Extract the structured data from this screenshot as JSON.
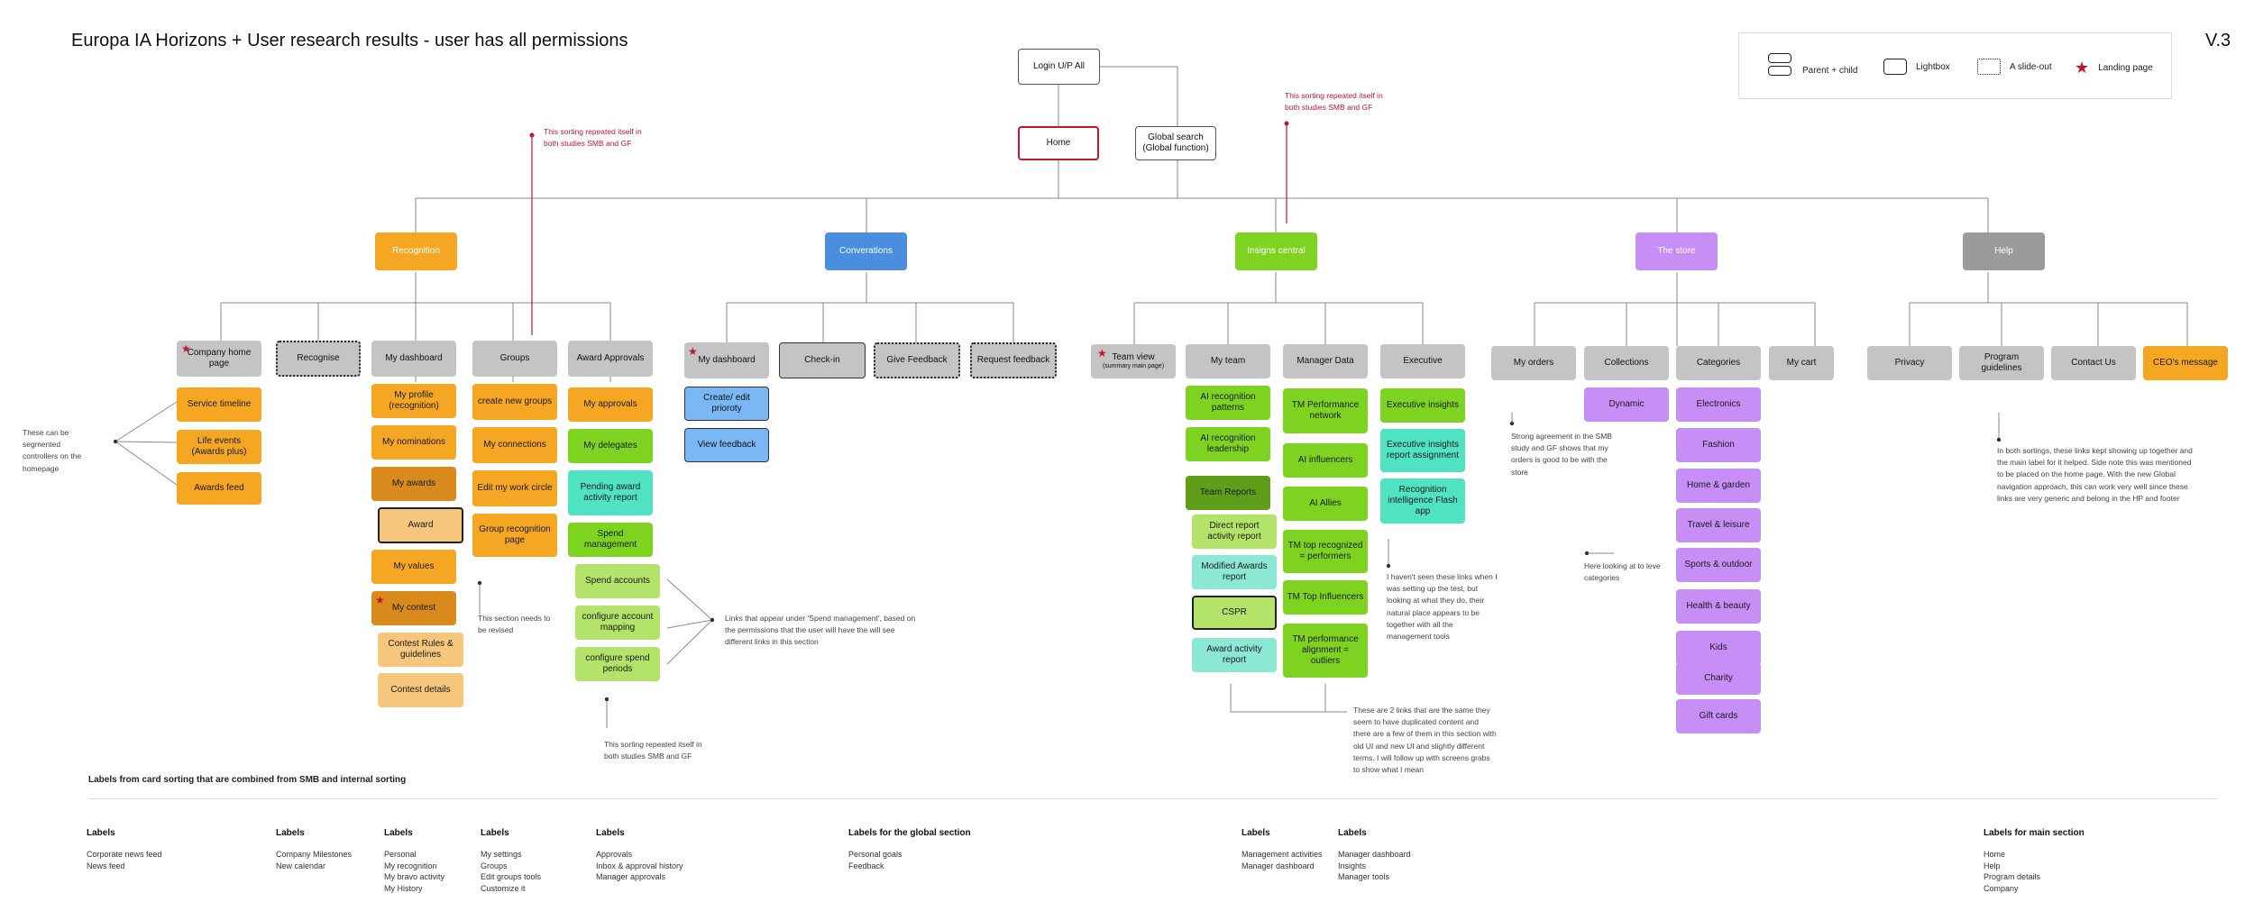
{
  "header": {
    "title": "Europa IA Horizons + User research results - user has all permissions",
    "version": "V.3"
  },
  "legend": {
    "parent_child": "Parent + child",
    "lightbox": "Lightbox",
    "slideout": "A slide-out",
    "landing": "Landing page"
  },
  "top": {
    "login": "Login U/P All",
    "home": "Home",
    "global_search": "Global search (Global function)"
  },
  "sections": {
    "recognition": "Recognition",
    "conversations": "Converations",
    "insights": "Insigns central",
    "store": "The store",
    "help": "Help"
  },
  "recognition": {
    "company_home": "Company home page",
    "recognise": "Recognise",
    "my_dashboard": "My dashboard",
    "groups": "Groups",
    "award_approvals": "Award Approvals",
    "service_timeline": "Service timeline",
    "life_events": "Life events (Awards plus)",
    "awards_feed": "Awards feed",
    "my_profile": "My profile (recognition)",
    "my_nominations": "My nominations",
    "my_awards": "My awards",
    "award": "Award",
    "my_values": "My values",
    "my_contest": "My contest",
    "contest_rules": "Contest Rules & guidelines",
    "contest_details": "Contest details",
    "create_groups": "create new groups",
    "my_connections": "My connections",
    "edit_circle": "Edit my work circle",
    "group_page": "Group recognition page",
    "my_approvals": "My approvals",
    "my_delegates": "My delegates",
    "pending_report": "Pending award activity report",
    "spend_management": "Spend management",
    "spend_accounts": "Spend accounts",
    "configure_mapping": "configure account mapping",
    "configure_periods": "configure spend periods"
  },
  "conversations": {
    "my_dashboard": "My dashboard",
    "check_in": "Check-in",
    "give_feedback": "Give Feedback",
    "request_feedback": "Request feedback",
    "create_edit": "Create/ edit prioroty",
    "view_feedback": "View feedback"
  },
  "insights": {
    "team_view": "Team view",
    "team_view_sub": "(summary main page)",
    "my_team": "My team",
    "manager_data": "Manager Data",
    "executive": "Executive",
    "ai_patterns": "AI recognition patterns",
    "ai_leadership": "AI recognition leadership",
    "team_reports": "Team Reports",
    "direct_report": "Direct report activity report",
    "modified_awards": "Modified Awards report",
    "cspr": "CSPR",
    "award_activity": "Award activity report",
    "tm_network": "TM Performance network",
    "ai_influencers": "AI influencers",
    "ai_allies": "AI Allies",
    "tm_top_recognized": "TM top recognized = performers",
    "tm_top_influencers": "TM Top Influencers",
    "tm_alignment": "TM performance alignment = outliers",
    "executive_insights": "Executive insights",
    "exec_assignment": "Executive insights report assignment",
    "rif_app": "Recognition intelligence Flash app"
  },
  "store": {
    "my_orders": "My orders",
    "collections": "Collections",
    "categories": "Categories",
    "my_cart": "My cart",
    "dynamic": "Dynamic",
    "electronics": "Electronics",
    "fashion": "Fashion",
    "home_garden": "Home & garden",
    "travel": "Travel & leisure",
    "sports": "Sports & outdoor",
    "health": "Health & beauty",
    "kids": "Kids",
    "charity": "Charity",
    "gift_cards": "Gift cards"
  },
  "help": {
    "privacy": "Privacy",
    "program_guidelines": "Program guidelines",
    "contact_us": "Contact Us",
    "ceo_message": "CEO's message"
  },
  "notes": {
    "sorting_a": "This sorting repeated itself in both studies SMB and GF",
    "sorting_b": "This sorting repeated itself in both studies SMB and GF",
    "sorting_c": "This sorting repeated itself in both studies SMB and GF",
    "segmented": "These can be segmented controllers on the homepage",
    "section_revised": "This section needs to be revised",
    "spend_links": "Links that appear under 'Spend management', based on the permissions that the user will have the will see different links in this section",
    "mgmt_tools": "I haven't seen these links when I was setting up the test, but looking at what they do, their natural place appears to be together with all the management tools",
    "duplicated": "These are 2 links that are the same they seem to have duplicated content and there are a few of them in this section with old UI and new UI and slightly different terms. I will follow up with screens grabs to show what I mean",
    "orders_agreement": "Strong agreement in the SMB study and GF shows that my orders is good to be with the store",
    "levels": "Here looking at to leve categories",
    "help_links": "In both sortings, these links kept showing up together and the main label for it helped. Side note this was mentioned to be placed on the home page. With the new Global navigation approach, this can work very well since these links are very generic and belong in the HP and footer"
  },
  "footer": {
    "title": "Labels from card sorting that are combined from SMB and internal sorting",
    "columns": [
      {
        "heading": "Labels",
        "items": [
          "Corporate news feed",
          "News feed"
        ]
      },
      {
        "heading": "Labels",
        "items": [
          "Company Milestones",
          "New calendar"
        ]
      },
      {
        "heading": "Labels",
        "items": [
          "Personal",
          "My recognition",
          "My bravo activity",
          "My History"
        ]
      },
      {
        "heading": "Labels",
        "items": [
          "My settings",
          "Groups",
          "Edit groups tools",
          "Customize it"
        ]
      },
      {
        "heading": "Labels",
        "items": [
          "Approvals",
          "Inbox & approval history",
          "Manager approvals"
        ]
      },
      {
        "heading": "Labels for the global section",
        "items": [
          "Personal goals",
          "Feedback"
        ]
      },
      {
        "heading": "Labels",
        "items": [
          "Management activities",
          "Manager dashboard"
        ]
      },
      {
        "heading": "Labels",
        "items": [
          "Manager dashboard",
          "Insights",
          "Manager tools"
        ]
      },
      {
        "heading": "Labels for main section",
        "items": [
          "Home",
          "Help",
          "Program details",
          "Company"
        ]
      }
    ]
  },
  "colors": {
    "recognition": "#f5a623",
    "conversations": "#4a8ee0",
    "insights": "#7ed321",
    "store": "#c78ef5",
    "help": "#9b9b9b",
    "landing_star": "#c0162e"
  }
}
